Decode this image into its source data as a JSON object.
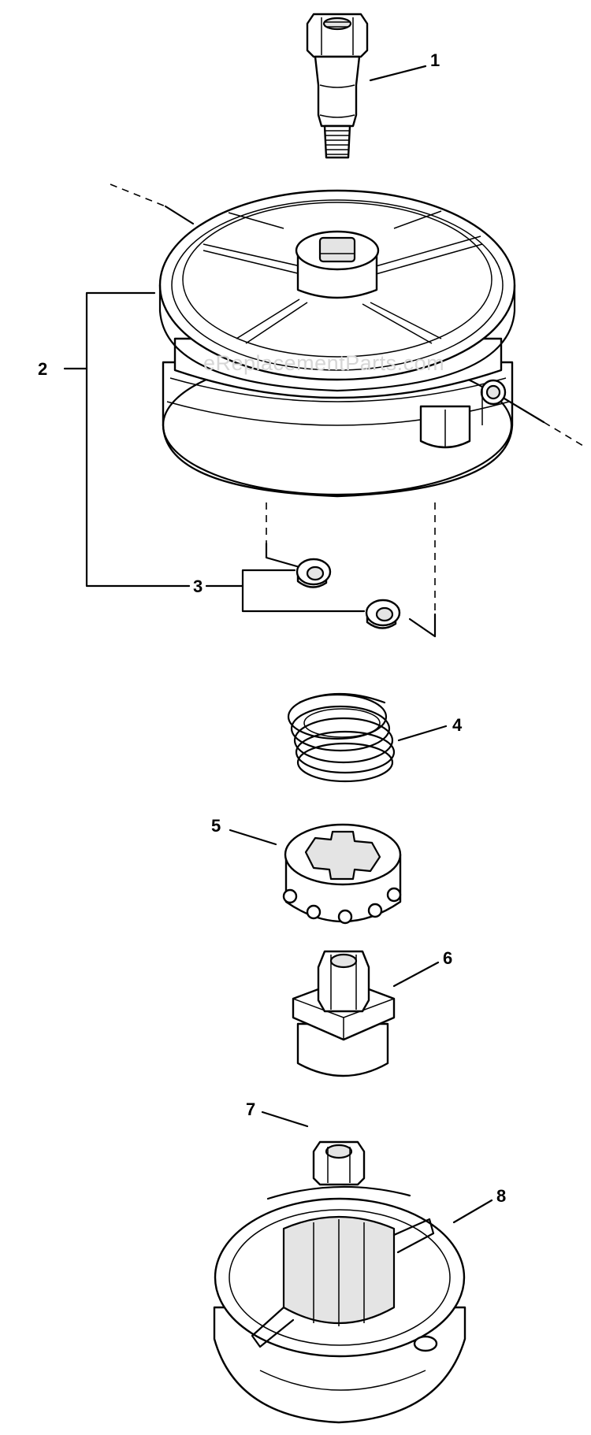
{
  "diagram": {
    "watermark": "eReplacementParts.com",
    "parts": [
      {
        "number": "1",
        "name": "bolt"
      },
      {
        "number": "2",
        "name": "spool-housing"
      },
      {
        "number": "3",
        "name": "bushings"
      },
      {
        "number": "4",
        "name": "spring"
      },
      {
        "number": "5",
        "name": "ratchet-collar"
      },
      {
        "number": "6",
        "name": "adapter"
      },
      {
        "number": "7",
        "name": "hex-nut"
      },
      {
        "number": "8",
        "name": "cover"
      }
    ]
  }
}
